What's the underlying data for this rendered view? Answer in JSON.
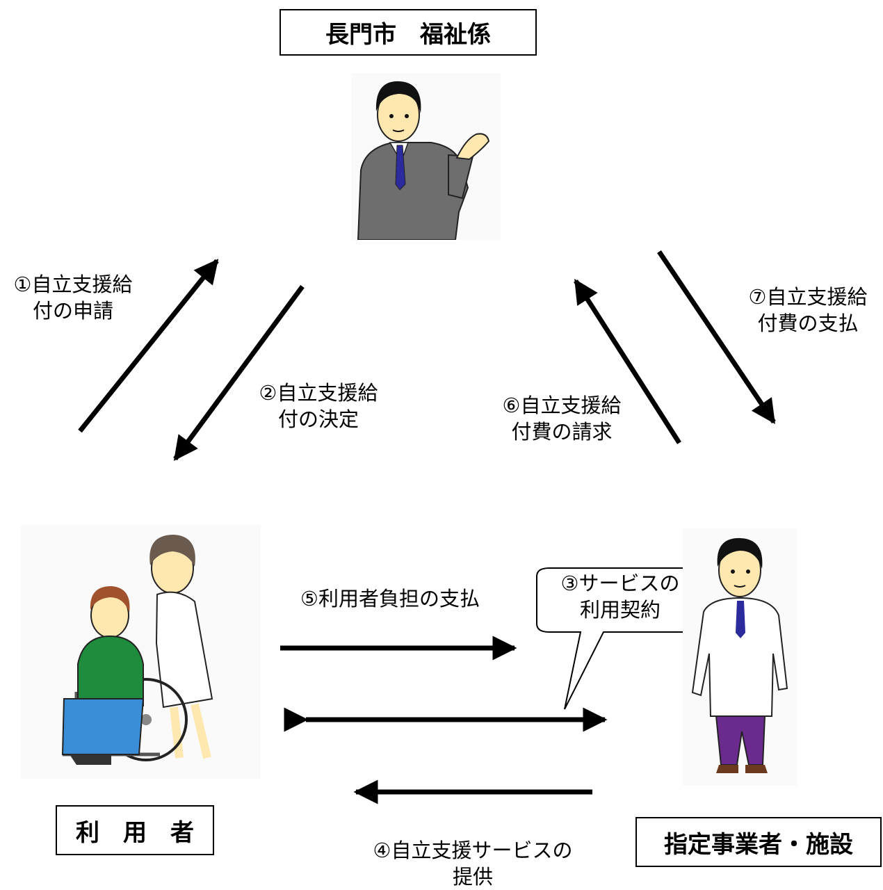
{
  "nodes": {
    "city_office": "長門市　福祉係",
    "user": "利　用　者",
    "provider": "指定事業者・施設"
  },
  "steps": {
    "s1": {
      "line1": "①自立支援給",
      "line2": "付の申請"
    },
    "s2": {
      "line1": "②自立支援給",
      "line2": "付の決定"
    },
    "s3": {
      "line1": "③サービスの",
      "line2": "利用契約"
    },
    "s4": {
      "line1": "④自立支援サービスの",
      "line2": "提供"
    },
    "s5": {
      "line1": "⑤利用者負担の支払"
    },
    "s6": {
      "line1": "⑥自立支援給",
      "line2": "付費の請求"
    },
    "s7": {
      "line1": "⑦自立支援給",
      "line2": "付費の支払"
    }
  },
  "colors": {
    "suit": "#6e6e6e",
    "sweater": "#1e8c3c",
    "blanket": "#3a8ed8",
    "trousers": "#6a2a8e",
    "tie": "#2b2b9e",
    "skin": "#ffe8b0"
  },
  "icons": [
    "official-figure",
    "wheelchair-user-with-nurse-figure",
    "doctor-figure"
  ]
}
